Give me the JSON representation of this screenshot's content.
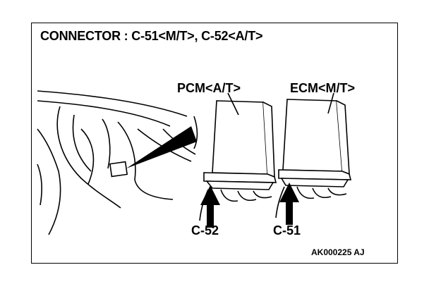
{
  "diagram": {
    "title": "CONNECTOR : C-51<M/T>, C-52<A/T>",
    "modules": [
      {
        "label": "PCM<A/T>",
        "connector": "C-52"
      },
      {
        "label": "ECM<M/T>",
        "connector": "C-51"
      }
    ],
    "figure_code": "AK000225 AJ"
  },
  "colors": {
    "ink": "#000000",
    "paper": "#ffffff"
  }
}
